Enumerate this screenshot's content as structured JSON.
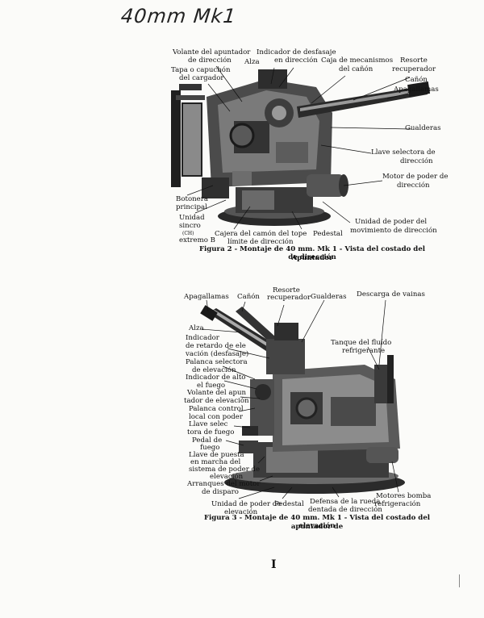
{
  "handwritten_title": "40mm  Mk1",
  "figure2": {
    "labels": [
      "Volante del apuntador",
      "de dirección",
      "Tapa o capuchón",
      "del cargador",
      "Alza",
      "Indicador de desfasaje",
      "en dirección",
      "Caja de mecanismos",
      "del cañón",
      "Resorte",
      "recuperador",
      "Cañón",
      "Apagallamas",
      "Gualderas",
      "Llave selectora de",
      "dirección",
      "Motor de poder de",
      "dirección",
      "Botonera",
      "principal",
      "Unidad",
      "sincro",
      "(CH)",
      "extremo B",
      "Cajera del camón del tope",
      "límite de dirección",
      "Pedestal",
      "Unidad de poder del",
      "movimiento de dirección"
    ],
    "caption_line1": "Figura 2 - Montaje de 40 mm. Mk 1 - Vista del costado del Apuntador",
    "caption_line2": "de dirección"
  },
  "figure3": {
    "labels": [
      "Apagallamas",
      "Cañón",
      "Resorte",
      "recuperador",
      "Gualderas",
      "Descarga de vainas",
      "Alza",
      "Indicador",
      "de retardo de ele",
      "vación (desfasaje)",
      "Tanque del fluído",
      "refrigerante",
      "Palanca selectora",
      "de elevación",
      "Indicador de alto",
      "el fuego",
      "Volante del apun",
      "tador de elevación",
      "Palanca control",
      "local con poder",
      "Llave selec",
      "tora de fuego",
      "Pedal de",
      "fuego",
      "Llave de puesta",
      "en marcha del",
      "sistema de poder de",
      "elevación",
      "Arranques del motor",
      "de disparo",
      "Unidad de poder de",
      "elevación",
      "Pedestal",
      "Defensa de la rueda",
      "dentada de dirección",
      "Motores bomba",
      "refrigeración"
    ],
    "caption_line1": "Figura 3 - Montaje de 40 mm. Mk 1 - Vista del costado del apuntador de",
    "caption_line2": "elevación"
  },
  "page_number": "I"
}
